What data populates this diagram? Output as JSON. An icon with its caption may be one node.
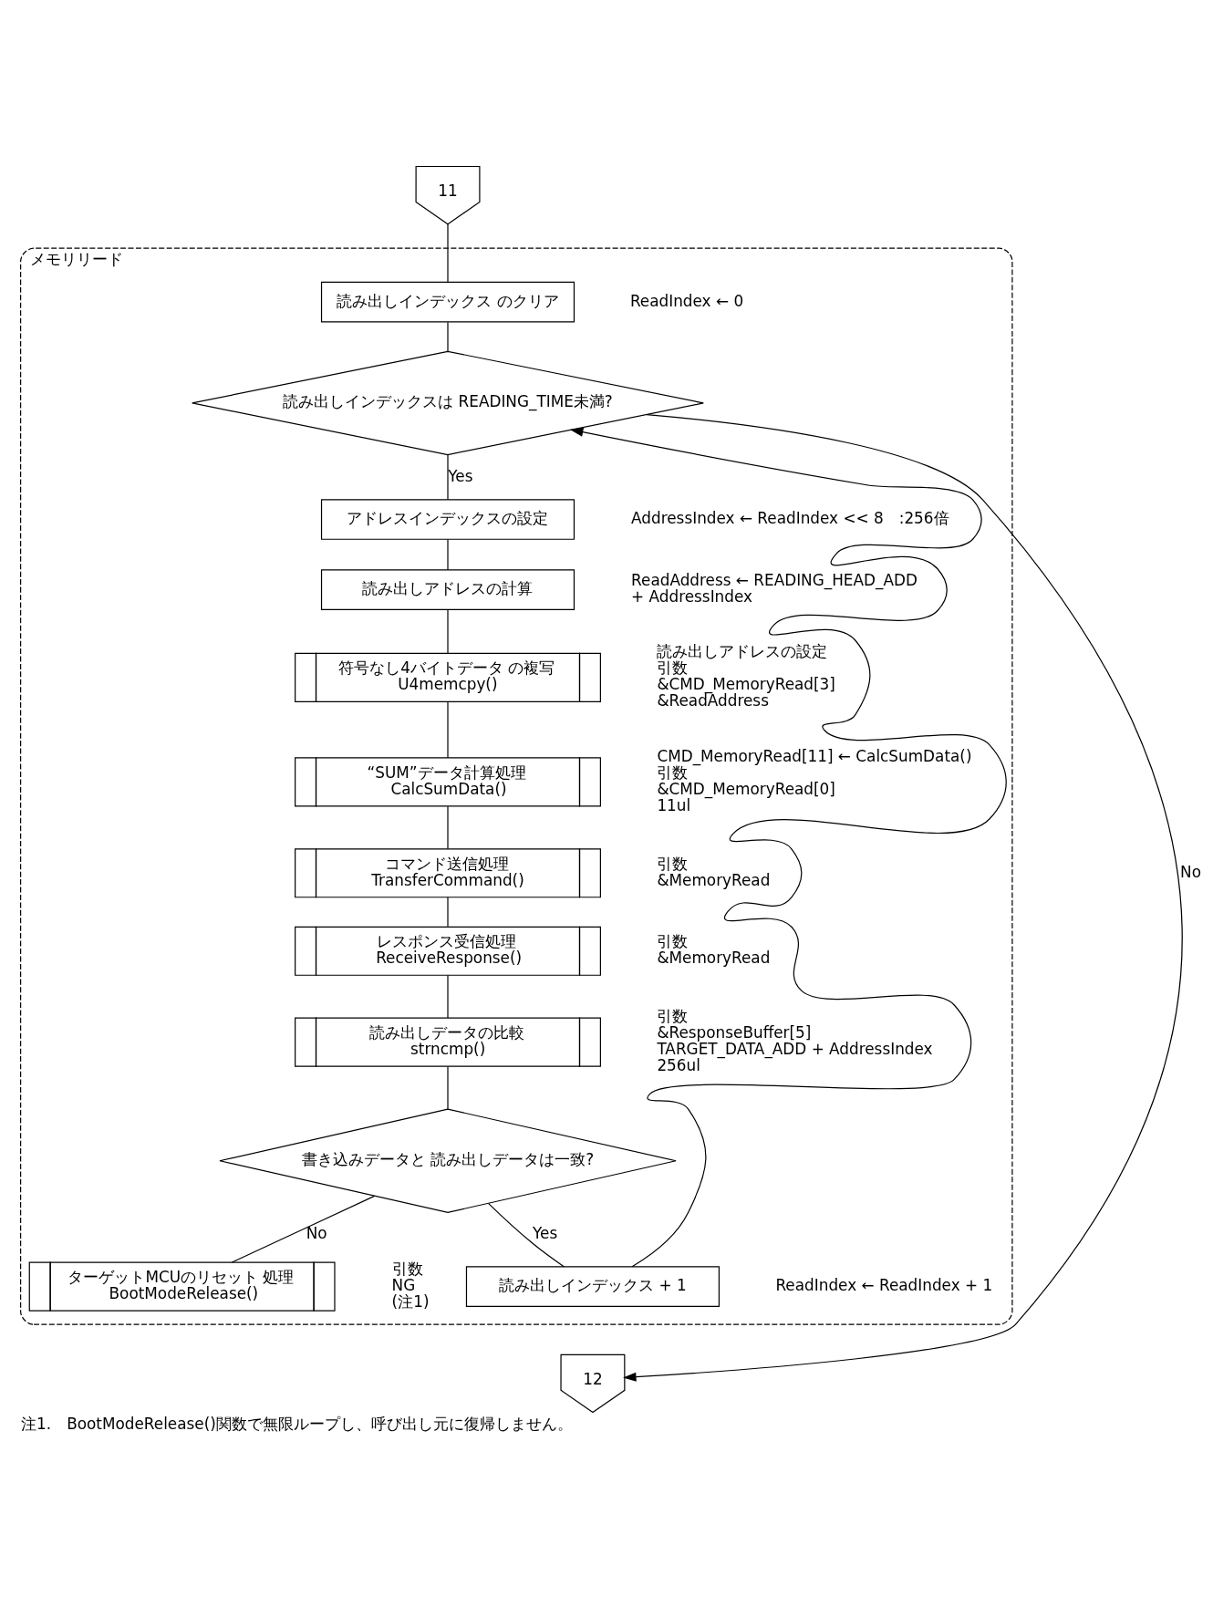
{
  "diagram": {
    "caption": "注1.　BootModeRelease()関数で無限ループし、呼び出し元に復帰しません。",
    "nodes": [
      {
        "text": [
          "メモリリード"
        ]
      },
      {
        "text": [
          "11"
        ]
      },
      {
        "text": [
          "読み出しインデックス のクリア"
        ],
        "in": 0,
        "beside": [
          "ReadIndex ← 0"
        ]
      },
      {
        "text": [
          "読み出しインデックスは READING_TIME未満?"
        ],
        "in": 0
      },
      {
        "text": [
          "アドレスインデックスの設定"
        ],
        "in": 0,
        "beside": [
          "AddressIndex ← ReadIndex << 8　:256倍"
        ]
      },
      {
        "text": [
          "読み出しアドレスの計算"
        ],
        "in": 0,
        "beside": [
          "ReadAddress ← READING_HEAD_ADD",
          "+ AddressIndex"
        ]
      },
      {
        "text": [
          "符号なし4バイトデータ の複写",
          "U4memcpy()"
        ],
        "in": 0,
        "beside": [
          "読み出しアドレスの設定",
          "引数",
          "&CMD_MemoryRead[3]",
          "&ReadAddress"
        ]
      },
      {
        "text": [
          "“SUM”データ計算処理",
          "CalcSumData()"
        ],
        "in": 0,
        "beside": [
          "CMD_MemoryRead[11] ← CalcSumData()",
          "引数",
          "&CMD_MemoryRead[0]",
          "11ul"
        ]
      },
      {
        "text": [
          "コマンド送信処理",
          "TransferCommand()"
        ],
        "in": 0,
        "beside": [
          "引数",
          "&MemoryRead"
        ]
      },
      {
        "text": [
          "レスポンス受信処理",
          "ReceiveResponse()"
        ],
        "in": 0,
        "beside": [
          "引数",
          "&MemoryRead"
        ]
      },
      {
        "text": [
          "読み出しデータの比較",
          "strncmp()"
        ],
        "in": 0,
        "beside": [
          "引数",
          "&ResponseBuffer[5]",
          "TARGET_DATA_ADD + AddressIndex",
          "256ul"
        ]
      },
      {
        "text": [
          "書き込みデータと 読み出しデータは一致?"
        ],
        "in": 0
      },
      {
        "text": [
          "ターゲットMCUのリセット 処理",
          "BootModeRelease()"
        ],
        "in": 0,
        "beside": [
          "引数",
          "NG",
          "(注1)"
        ]
      },
      {
        "text": [
          "読み出しインデックス + 1"
        ],
        "in": 0,
        "beside": [
          "ReadIndex ← ReadIndex + 1"
        ]
      },
      {
        "text": [
          "12"
        ]
      }
    ],
    "edges": [
      {
        "from": 1,
        "to": 2,
        "arrow": "none"
      },
      {
        "from": 2,
        "to": 3,
        "arrow": "none"
      },
      {
        "from": 3,
        "to": 4,
        "arrow": "none",
        "label": "Yes"
      },
      {
        "from": 3,
        "to": 14,
        "arrow": "to",
        "label": "No"
      },
      {
        "from": 4,
        "to": 5,
        "arrow": "none"
      },
      {
        "from": 5,
        "to": 6,
        "arrow": "none"
      },
      {
        "from": 6,
        "to": 7,
        "arrow": "none"
      },
      {
        "from": 7,
        "to": 8,
        "arrow": "none"
      },
      {
        "from": 8,
        "to": 9,
        "arrow": "none"
      },
      {
        "from": 9,
        "to": 10,
        "arrow": "none"
      },
      {
        "from": 10,
        "to": 11,
        "arrow": "none"
      },
      {
        "from": 11,
        "to": 12,
        "arrow": "none",
        "label": "No"
      },
      {
        "from": 11,
        "to": 13,
        "arrow": "none",
        "label": "Yes"
      },
      {
        "from": 13,
        "to": 3,
        "arrow": "to"
      }
    ]
  }
}
